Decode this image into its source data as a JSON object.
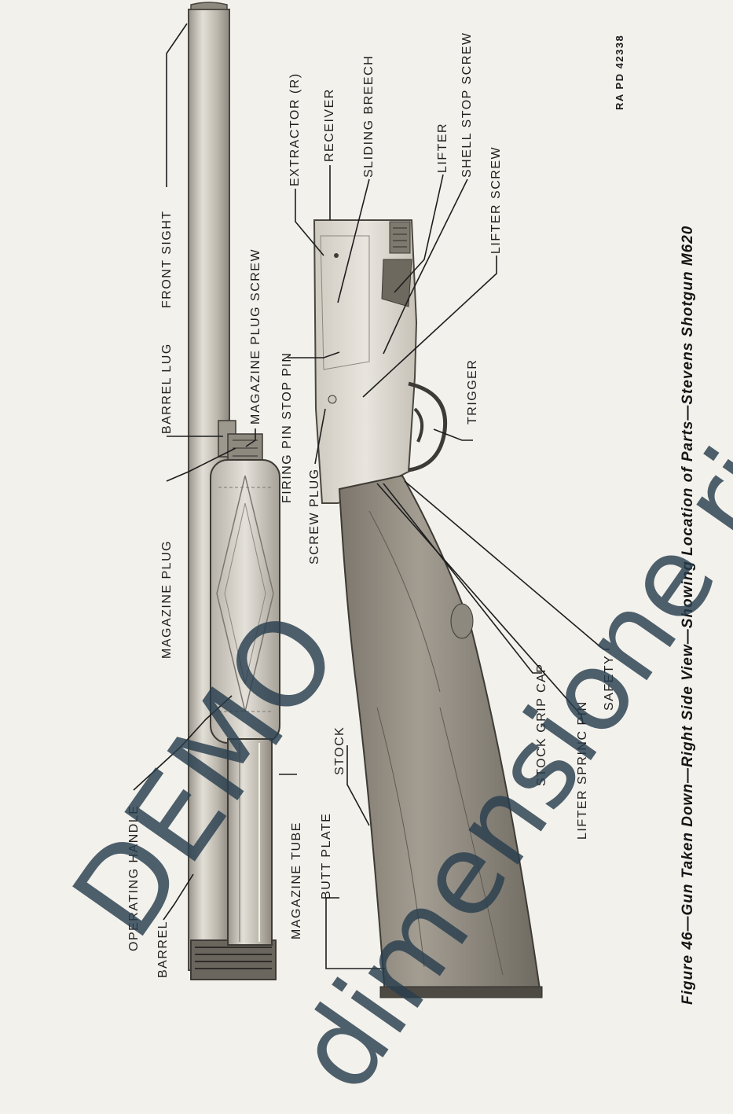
{
  "figure": {
    "caption": "Figure 46—Gun Taken Down—Right Side View—Showing Location of Parts—Stevens Shotgun M620",
    "reference": "RA PD 42338"
  },
  "labels": {
    "front_sight": "FRONT SIGHT",
    "barrel_lug": "BARREL LUG",
    "magazine_plug_screw": "MAGAZINE PLUG SCREW",
    "magazine_plug": "MAGAZINE PLUG",
    "operating_handle": "OPERATING HANDLE",
    "barrel": "BARREL",
    "magazine_tube": "MAGAZINE TUBE",
    "butt_plate": "BUTT PLATE",
    "stock": "STOCK",
    "extractor": "EXTRACTOR (R)",
    "receiver": "RECEIVER",
    "sliding_breech": "SLIDING BREECH",
    "lifter": "LIFTER",
    "shell_stop_screw": "SHELL STOP SCREW",
    "lifter_screw": "LIFTER SCREW",
    "firing_pin_stop_pin": "FIRING PIN STOP PIN",
    "screw_plug": "SCREW PLUG",
    "trigger": "TRIGGER",
    "stock_grip_cap": "STOCK GRIP CAP",
    "lifter_spring_pin": "LIFTER SPRINC PIN",
    "safety": "SAFETY"
  },
  "watermark": {
    "line1": "DEMO",
    "line2": "dimensione ridotta"
  }
}
